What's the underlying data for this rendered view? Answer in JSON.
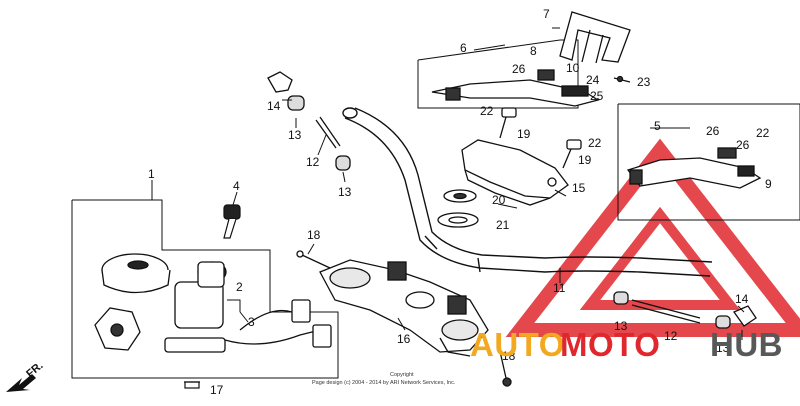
{
  "diagram": {
    "callouts": [
      "1",
      "2",
      "3",
      "4",
      "5",
      "6",
      "7",
      "8",
      "9",
      "10",
      "11",
      "12",
      "13",
      "14",
      "15",
      "16",
      "17",
      "18",
      "19",
      "20",
      "21",
      "22",
      "23",
      "24",
      "25",
      "26"
    ],
    "copyright_line1": "Copyright",
    "copyright_line2": "Page design (c) 2004 - 2014 by ARI Network Services, Inc.",
    "direction_label": "FR.",
    "watermark": {
      "part1": "AUTO",
      "part2": "MOTO",
      "part3": "HUB"
    },
    "colors": {
      "watermark_red": "#e0272d",
      "watermark_orange": "#f3a91f",
      "watermark_gray": "#585858",
      "line": "#111111"
    }
  }
}
